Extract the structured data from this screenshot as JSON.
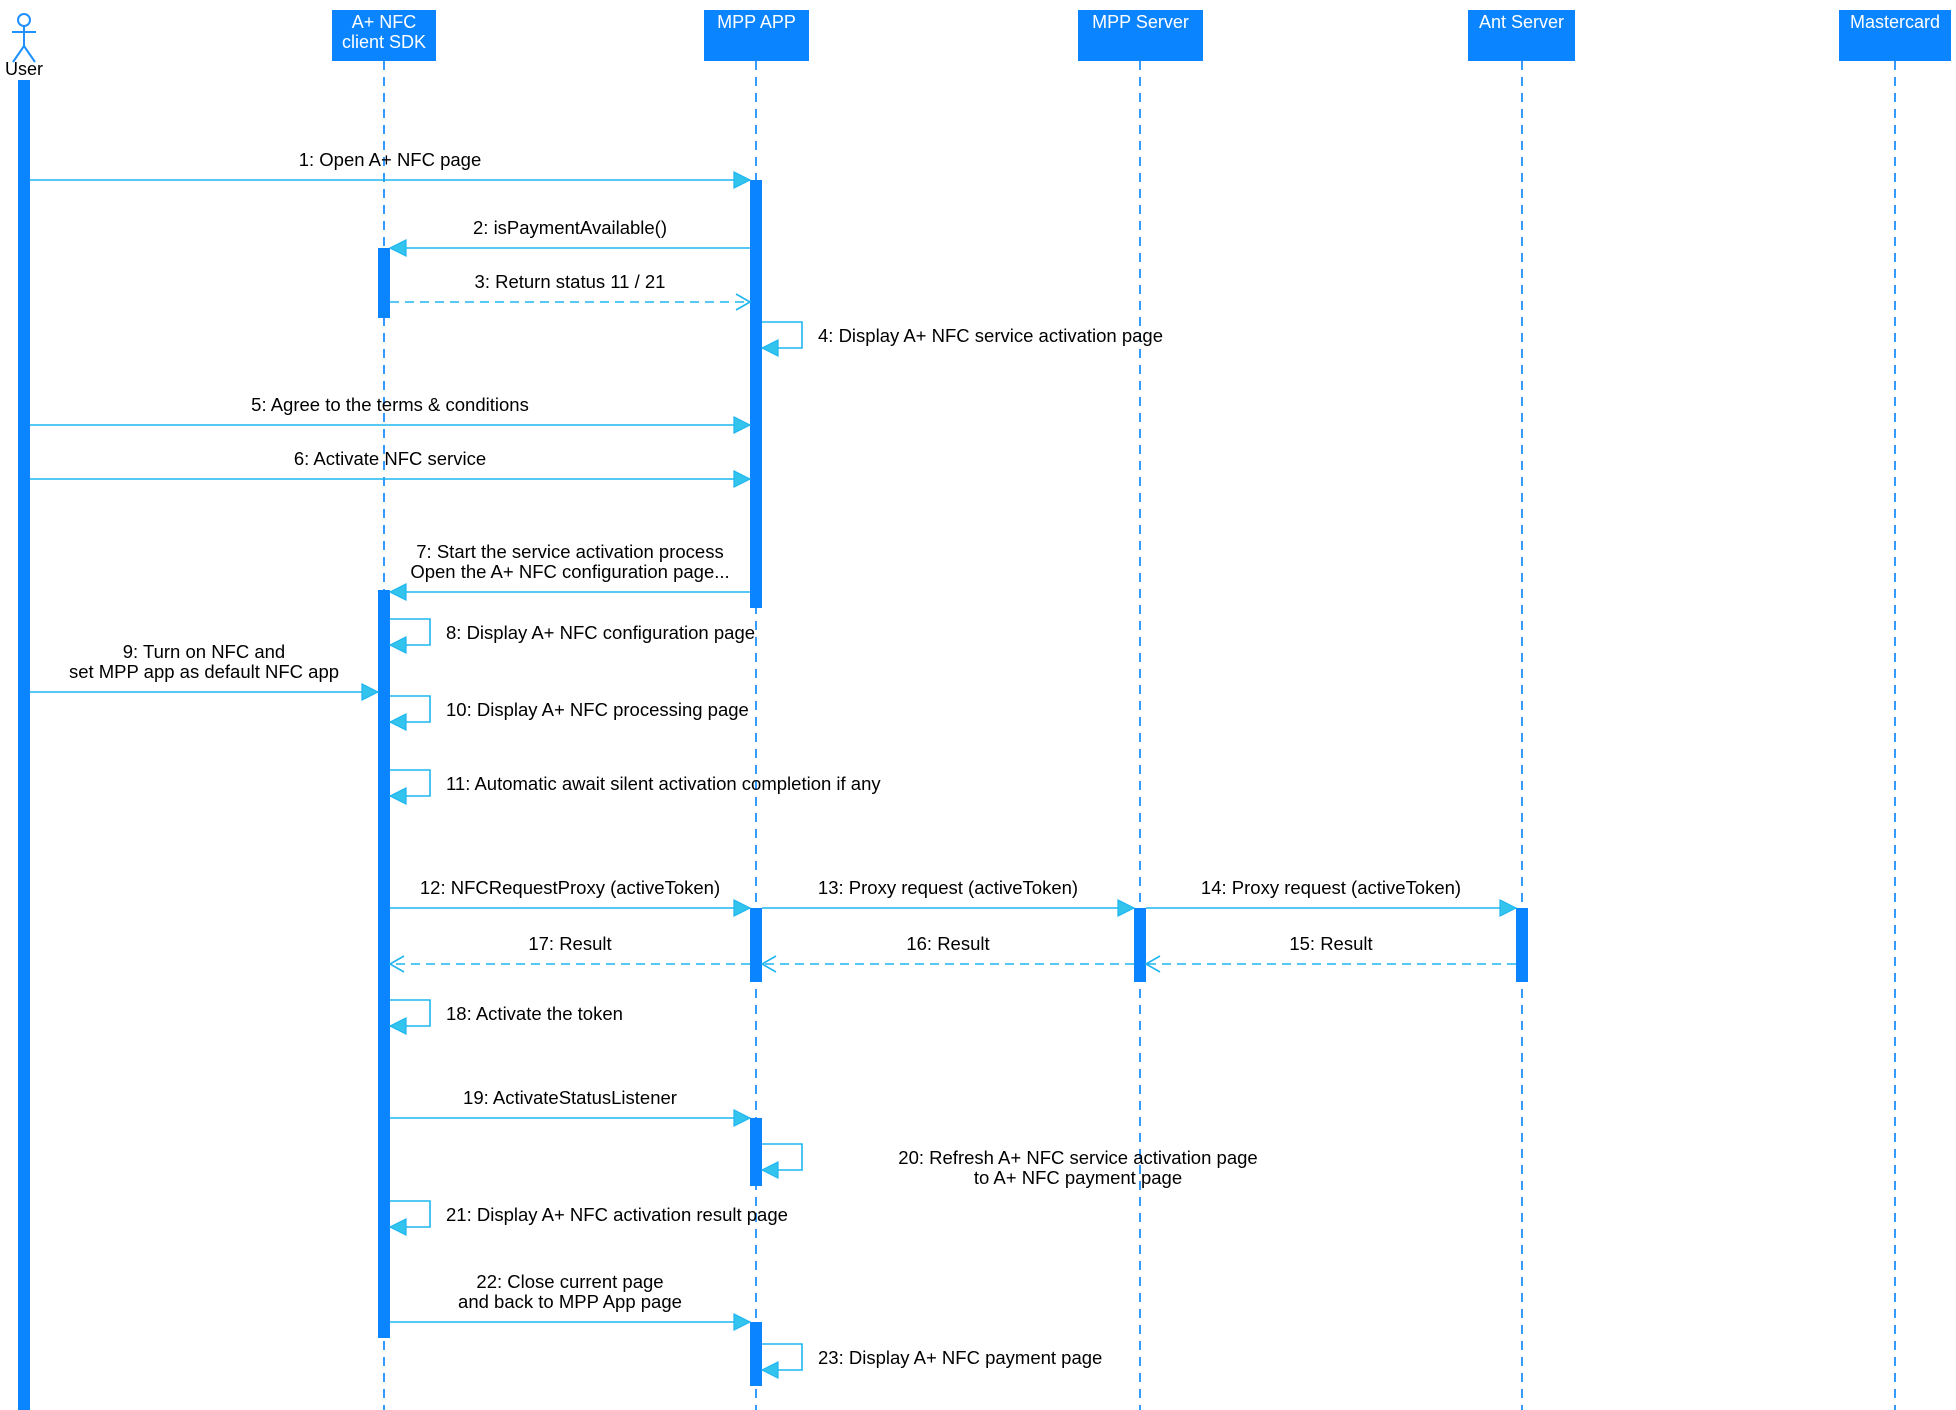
{
  "participants": [
    {
      "id": "user",
      "label": "User",
      "kind": "actor"
    },
    {
      "id": "sdk",
      "label": "A+ NFC\nclient SDK",
      "kind": "box"
    },
    {
      "id": "app",
      "label": "MPP APP",
      "kind": "box"
    },
    {
      "id": "mppserver",
      "label": "MPP Server",
      "kind": "box"
    },
    {
      "id": "ant",
      "label": "Ant Server",
      "kind": "box"
    },
    {
      "id": "mc",
      "label": "Mastercard",
      "kind": "box"
    }
  ],
  "messages": [
    {
      "from": "user",
      "to": "app",
      "type": "sync",
      "label": "1: Open A+ NFC page"
    },
    {
      "from": "app",
      "to": "sdk",
      "type": "sync",
      "label": "2: isPaymentAvailable()"
    },
    {
      "from": "sdk",
      "to": "app",
      "type": "return",
      "label": "3: Return status 11 / 21"
    },
    {
      "from": "app",
      "to": "app",
      "type": "self",
      "label": "4: Display A+ NFC service activation page"
    },
    {
      "from": "user",
      "to": "app",
      "type": "sync",
      "label": "5: Agree to the terms & conditions"
    },
    {
      "from": "user",
      "to": "app",
      "type": "sync",
      "label": "6: Activate NFC service"
    },
    {
      "from": "app",
      "to": "sdk",
      "type": "sync",
      "label": "7: Start the service activation process\nOpen the A+ NFC configuration page..."
    },
    {
      "from": "sdk",
      "to": "sdk",
      "type": "self",
      "label": "8: Display A+ NFC configuration page"
    },
    {
      "from": "user",
      "to": "sdk",
      "type": "sync",
      "label": "9: Turn on NFC and\nset MPP app as default NFC app"
    },
    {
      "from": "sdk",
      "to": "sdk",
      "type": "self",
      "label": "10: Display A+ NFC processing page"
    },
    {
      "from": "sdk",
      "to": "sdk",
      "type": "self",
      "label": "11: Automatic await silent activation completion if any"
    },
    {
      "from": "sdk",
      "to": "app",
      "type": "sync",
      "label": "12: NFCRequestProxy  (activeToken)"
    },
    {
      "from": "app",
      "to": "mppserver",
      "type": "sync",
      "label": "13: Proxy request  (activeToken)"
    },
    {
      "from": "mppserver",
      "to": "ant",
      "type": "sync",
      "label": "14: Proxy request  (activeToken)"
    },
    {
      "from": "ant",
      "to": "mppserver",
      "type": "return",
      "label": "15: Result"
    },
    {
      "from": "mppserver",
      "to": "app",
      "type": "return",
      "label": "16: Result"
    },
    {
      "from": "app",
      "to": "sdk",
      "type": "return",
      "label": "17: Result"
    },
    {
      "from": "sdk",
      "to": "sdk",
      "type": "self",
      "label": "18: Activate the token"
    },
    {
      "from": "sdk",
      "to": "app",
      "type": "sync",
      "label": "19: ActivateStatusListener"
    },
    {
      "from": "app",
      "to": "app",
      "type": "self",
      "label": "20: Refresh A+ NFC service activation page\nto A+ NFC payment page"
    },
    {
      "from": "sdk",
      "to": "sdk",
      "type": "self",
      "label": "21: Display A+ NFC activation result page"
    },
    {
      "from": "sdk",
      "to": "app",
      "type": "sync",
      "label": "22: Close current page\nand back to MPP App page"
    },
    {
      "from": "app",
      "to": "app",
      "type": "self",
      "label": "23: Display A+ NFC payment page"
    }
  ],
  "colors": {
    "accent": "#0a84ff",
    "arrow": "#1fb5f0",
    "arrowhead_fill": "#33c4ee",
    "lifeline": "#1e90ff",
    "header_text": "#ffffff"
  }
}
